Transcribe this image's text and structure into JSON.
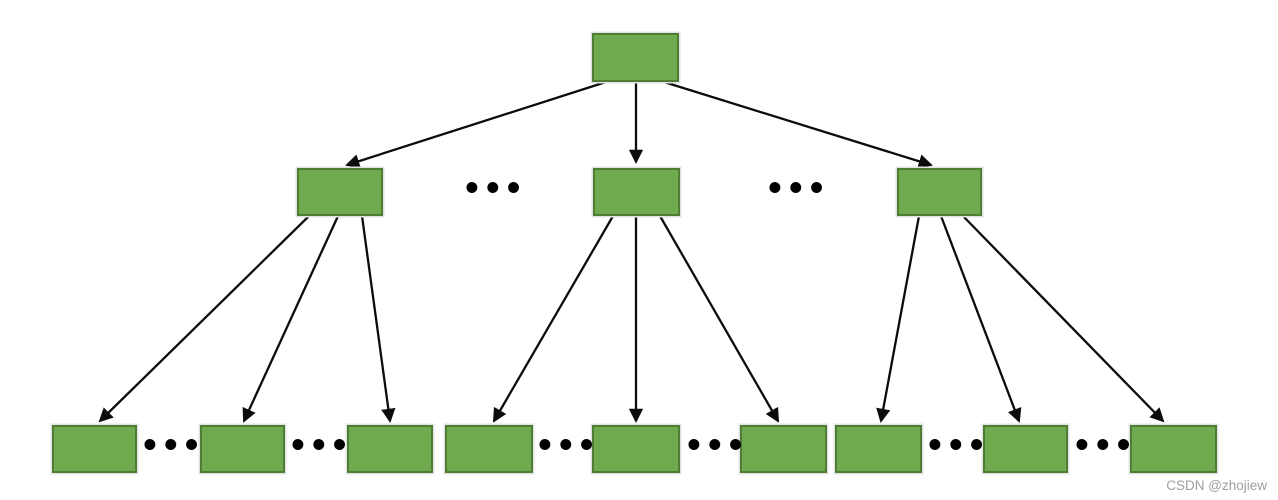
{
  "diagram": {
    "type": "tree",
    "ellipsis": "•••",
    "colors": {
      "node_fill": "#6faa4e",
      "node_border": "#4e7d33",
      "arrow": "#0c0c0c",
      "watermark_text": "#9f9f9f"
    },
    "structure": {
      "root_nodes_visible": 1,
      "internal_nodes_visible": 3,
      "leaf_nodes_visible": 9,
      "internal_row_ellipses": 2,
      "leaf_row_ellipses": 6,
      "children_per_visible_parent": 3,
      "node_labels": [
        "",
        "",
        "",
        "",
        "",
        "",
        "",
        "",
        "",
        "",
        "",
        "",
        ""
      ]
    }
  },
  "watermark": {
    "text": "CSDN @zhojiew"
  }
}
